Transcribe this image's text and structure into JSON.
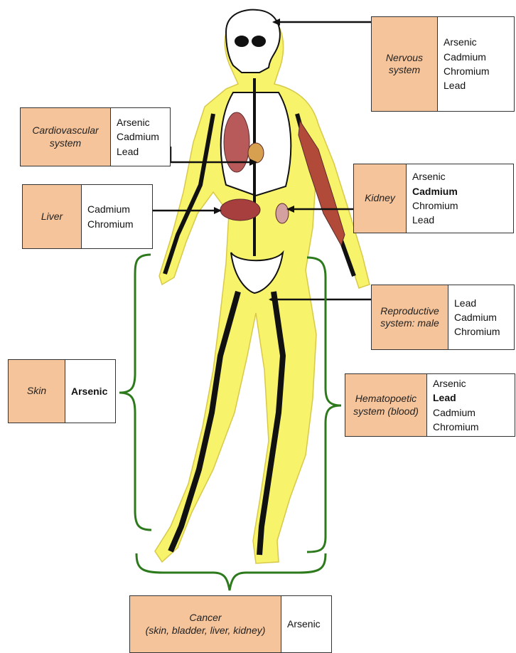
{
  "colors": {
    "system_fill": "#f6c49b",
    "body_fill": "#f7f36a",
    "brace": "#2d7a1d",
    "border": "#333333"
  },
  "boxes": [
    {
      "id": "nervous",
      "system": [
        "Nervous",
        "system"
      ],
      "metals": [
        {
          "t": "Arsenic"
        },
        {
          "t": "Cadmium"
        },
        {
          "t": "Chromium"
        },
        {
          "t": "Lead"
        }
      ]
    },
    {
      "id": "cardiovascular",
      "system": [
        "Cardiovascular",
        "system"
      ],
      "metals": [
        {
          "t": "Arsenic"
        },
        {
          "t": "Cadmium"
        },
        {
          "t": "Lead"
        }
      ]
    },
    {
      "id": "kidney",
      "system": [
        "Kidney"
      ],
      "metals": [
        {
          "t": "Arsenic"
        },
        {
          "t": "Cadmium",
          "bold": true
        },
        {
          "t": "Chromium"
        },
        {
          "t": "Lead"
        }
      ]
    },
    {
      "id": "liver",
      "system": [
        "Liver"
      ],
      "metals": [
        {
          "t": "Cadmium"
        },
        {
          "t": "Chromium"
        }
      ]
    },
    {
      "id": "reproductive",
      "system": [
        "Reproductive",
        "system: male"
      ],
      "metals": [
        {
          "t": "Lead"
        },
        {
          "t": "Cadmium"
        },
        {
          "t": "Chromium"
        }
      ]
    },
    {
      "id": "skin",
      "system": [
        "Skin"
      ],
      "metals": [
        {
          "t": "Arsenic",
          "bold": true
        }
      ]
    },
    {
      "id": "hematopoetic",
      "system": [
        "Hematopoetic",
        "system (blood)"
      ],
      "metals": [
        {
          "t": "Arsenic"
        },
        {
          "t": "Lead",
          "bold": true
        },
        {
          "t": "Cadmium"
        },
        {
          "t": "Chromium"
        }
      ]
    },
    {
      "id": "cancer",
      "system": [
        "Cancer",
        "(skin, bladder, liver, kidney)"
      ],
      "metals": [
        {
          "t": "Arsenic"
        }
      ]
    }
  ]
}
